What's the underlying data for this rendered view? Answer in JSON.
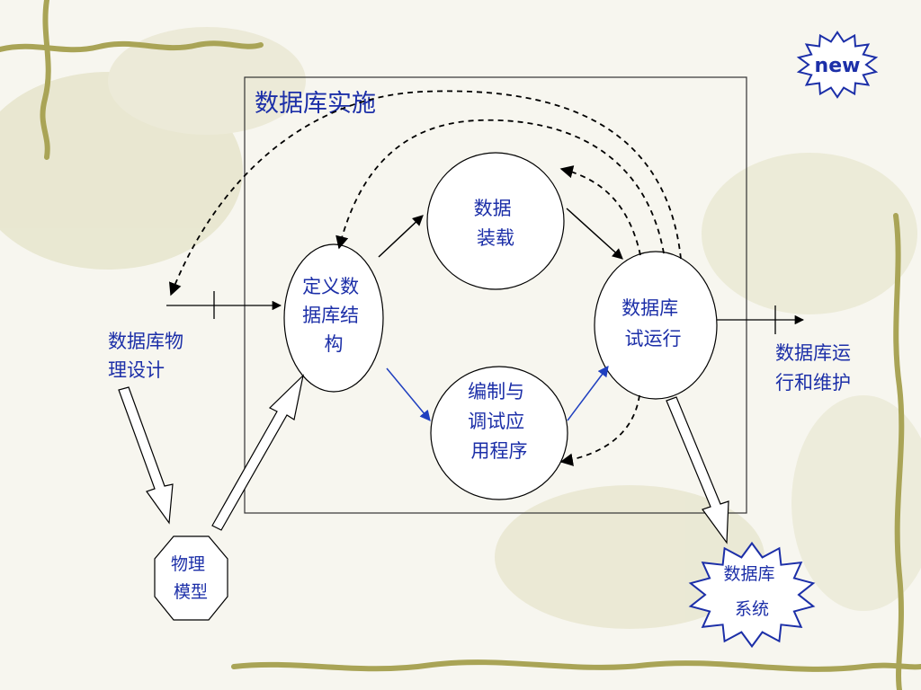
{
  "diagram": {
    "title": "数据库实施",
    "badge_new": "new",
    "input_label": [
      "数据库物",
      "理设计"
    ],
    "output_label": [
      "数据库运",
      "行和维护"
    ],
    "physical_model": [
      "物理",
      "模型"
    ],
    "db_system": [
      "数据库",
      "系统"
    ],
    "nodes": {
      "define_structure": [
        "定义数",
        "据库结",
        "构"
      ],
      "data_loading": [
        "数据",
        "装载"
      ],
      "programming": [
        "编制与",
        "调试应",
        "用程序"
      ],
      "trial_run": [
        "数据库",
        "试运行"
      ]
    }
  },
  "colors": {
    "text": "#1c2fa8",
    "line": "#000000",
    "blue_arrow": "#1f3fbf",
    "background": "#f7f6ef",
    "vine": "#a9a456"
  },
  "icons": [
    "new-starburst-icon",
    "db-system-starburst-icon",
    "physical-model-octagon-icon"
  ]
}
